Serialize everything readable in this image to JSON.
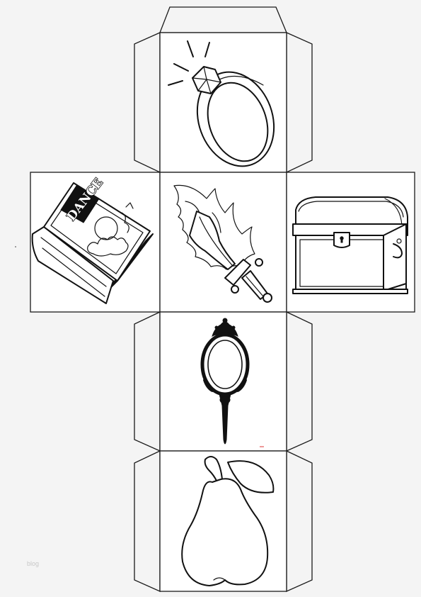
{
  "net": {
    "faces": [
      {
        "id": "top",
        "icon": "ring-icon"
      },
      {
        "id": "left",
        "icon": "book-icon"
      },
      {
        "id": "center",
        "icon": "sword-icon"
      },
      {
        "id": "right",
        "icon": "treasure-chest-icon"
      },
      {
        "id": "lower",
        "icon": "hand-mirror-icon"
      },
      {
        "id": "bottom",
        "icon": "pear-icon"
      }
    ],
    "book_cover_text": "DANCE"
  },
  "watermark": "blog"
}
